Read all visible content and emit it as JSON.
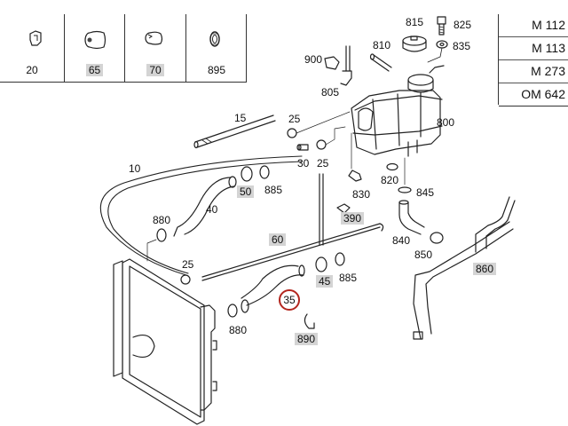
{
  "diagram": {
    "title": "Cooling system – radiator hoses and expansion tank",
    "accent_colors": {
      "selected_ring": "#b3261e",
      "highlight_bg": "#d4d4d4",
      "line": "#333333"
    },
    "small_parts": [
      {
        "number": "20",
        "icon": "clip-icon",
        "highlighted": false
      },
      {
        "number": "65",
        "icon": "hose-coupling-icon",
        "highlighted": true
      },
      {
        "number": "70",
        "icon": "hose-clamp-icon",
        "highlighted": true
      },
      {
        "number": "895",
        "icon": "ring-clamp-icon",
        "highlighted": false
      }
    ],
    "engine_variants": [
      "M 112",
      "M 113",
      "M 273",
      "OM 642"
    ],
    "callouts": [
      {
        "id": "815",
        "highlighted": false,
        "selected": false
      },
      {
        "id": "825",
        "highlighted": false,
        "selected": false
      },
      {
        "id": "835",
        "highlighted": false,
        "selected": false
      },
      {
        "id": "810",
        "highlighted": false,
        "selected": false
      },
      {
        "id": "900",
        "highlighted": false,
        "selected": false
      },
      {
        "id": "805",
        "highlighted": false,
        "selected": false
      },
      {
        "id": "800",
        "highlighted": false,
        "selected": false
      },
      {
        "id": "15",
        "highlighted": false,
        "selected": false
      },
      {
        "id": "25a",
        "label": "25",
        "highlighted": false,
        "selected": false
      },
      {
        "id": "30",
        "highlighted": false,
        "selected": false
      },
      {
        "id": "25b",
        "label": "25",
        "highlighted": false,
        "selected": false
      },
      {
        "id": "830",
        "highlighted": false,
        "selected": false
      },
      {
        "id": "820",
        "highlighted": false,
        "selected": false
      },
      {
        "id": "845",
        "highlighted": false,
        "selected": false
      },
      {
        "id": "10",
        "highlighted": false,
        "selected": false
      },
      {
        "id": "50",
        "highlighted": true,
        "selected": false
      },
      {
        "id": "885a",
        "label": "885",
        "highlighted": false,
        "selected": false
      },
      {
        "id": "40",
        "highlighted": false,
        "selected": false
      },
      {
        "id": "880a",
        "label": "880",
        "highlighted": false,
        "selected": false
      },
      {
        "id": "390",
        "highlighted": true,
        "selected": false
      },
      {
        "id": "840",
        "highlighted": false,
        "selected": false
      },
      {
        "id": "60",
        "highlighted": true,
        "selected": false
      },
      {
        "id": "850",
        "highlighted": false,
        "selected": false
      },
      {
        "id": "860",
        "highlighted": true,
        "selected": false
      },
      {
        "id": "25c",
        "label": "25",
        "highlighted": false,
        "selected": false
      },
      {
        "id": "45",
        "highlighted": true,
        "selected": false
      },
      {
        "id": "885b",
        "label": "885",
        "highlighted": false,
        "selected": false
      },
      {
        "id": "35",
        "highlighted": false,
        "selected": true
      },
      {
        "id": "880b",
        "label": "880",
        "highlighted": false,
        "selected": false
      },
      {
        "id": "890",
        "highlighted": true,
        "selected": false
      }
    ]
  },
  "labels": {
    "p20": "20",
    "p65": "65",
    "p70": "70",
    "p895": "895",
    "e0": "M 112",
    "e1": "M 113",
    "e2": "M 273",
    "e3": "OM 642",
    "c815": "815",
    "c825": "825",
    "c835": "835",
    "c810": "810",
    "c900": "900",
    "c805": "805",
    "c800": "800",
    "c15": "15",
    "c25a": "25",
    "c30": "30",
    "c25b": "25",
    "c830": "830",
    "c820": "820",
    "c845": "845",
    "c10": "10",
    "c50": "50",
    "c885a": "885",
    "c40": "40",
    "c880a": "880",
    "c390": "390",
    "c840": "840",
    "c60": "60",
    "c850": "850",
    "c860": "860",
    "c25c": "25",
    "c45": "45",
    "c885b": "885",
    "c35": "35",
    "c880b": "880",
    "c890": "890"
  }
}
